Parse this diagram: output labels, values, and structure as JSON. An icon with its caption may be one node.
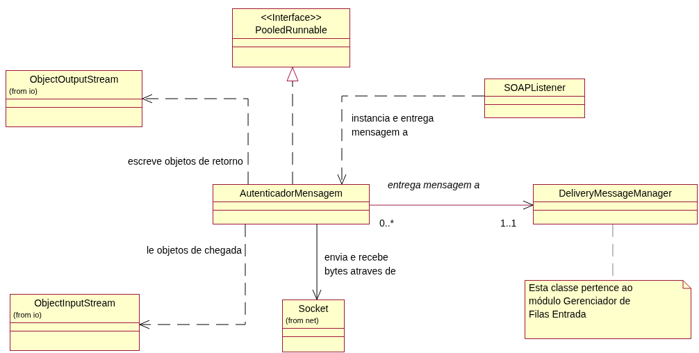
{
  "diagram": {
    "nodes": [
      {
        "text": [
          "<<Interface>>",
          "PooledRunnable"
        ]
      },
      {
        "text": [
          "ObjectOutputStream",
          "(from io)"
        ]
      },
      {
        "text": [
          "SOAPListener"
        ]
      },
      {
        "text": [
          "AutenticadorMensagem"
        ]
      },
      {
        "text": [
          "DeliveryMessageManager"
        ]
      },
      {
        "text": [
          "ObjectInputStream",
          "(from io)"
        ]
      },
      {
        "text": [
          "Socket",
          "(from net)"
        ]
      },
      {
        "text": [
          "Esta classe pertence ao módulo Gerenciador de Filas Entrada"
        ]
      }
    ],
    "edges": [
      {
        "from": 3,
        "to": 0,
        "arrow": "to",
        "style": "dashed"
      },
      {
        "from": 3,
        "to": 1,
        "arrow": "to",
        "style": "dashed",
        "label": "escreve objetos de retorno"
      },
      {
        "from": 2,
        "to": 3,
        "arrow": "to",
        "style": "dashed",
        "label": "instancia e entrega mensagem a"
      },
      {
        "from": 3,
        "to": 4,
        "arrow": "to",
        "color": "#a0204a",
        "label": "entrega mensagem a"
      },
      {
        "from": 3,
        "to": 5,
        "arrow": "to",
        "style": "dashed",
        "label": "le objetos de chegada"
      },
      {
        "from": 3,
        "to": 6,
        "arrow": "to",
        "label": "envia e recebe bytes atraves de"
      },
      {
        "from": 4,
        "to": 7,
        "arrow": "none",
        "style": "dashed",
        "color": "#808080"
      }
    ],
    "labels": [
      "0..*",
      "1..1"
    ]
  }
}
